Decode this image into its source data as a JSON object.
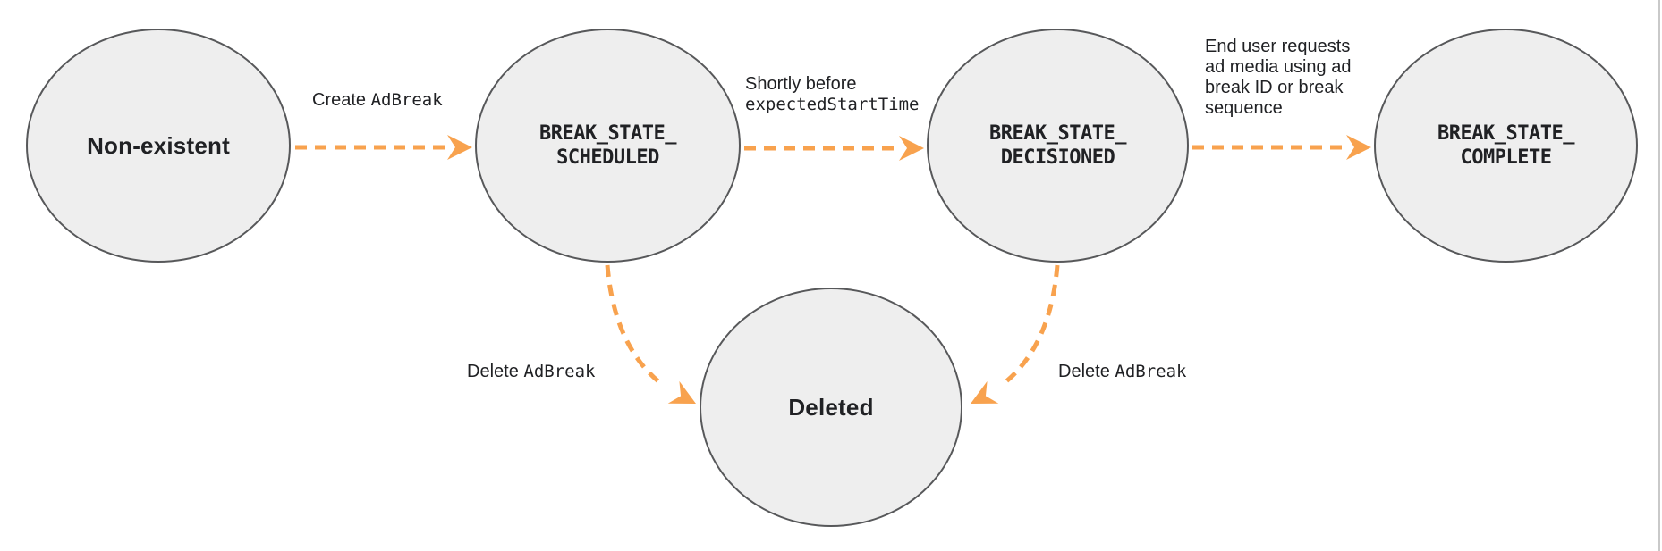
{
  "colors": {
    "accent": "#F8A24E",
    "node_fill": "#EEEEEE",
    "node_border": "#57585A",
    "text": "#202124"
  },
  "nodes": [
    {
      "id": "non-existent",
      "label": "Non-existent"
    },
    {
      "id": "break-state-scheduled",
      "line1": "BREAK_STATE_",
      "line2": "SCHEDULED"
    },
    {
      "id": "break-state-decisioned",
      "line1": "BREAK_STATE_",
      "line2": "DECISIONED"
    },
    {
      "id": "break-state-complete",
      "line1": "BREAK_STATE_",
      "line2": "COMPLETE"
    },
    {
      "id": "deleted",
      "label": "Deleted"
    }
  ],
  "transitions": [
    {
      "from": "non-existent",
      "to": "break-state-scheduled",
      "label_sans": "Create ",
      "label_code": "AdBreak"
    },
    {
      "from": "break-state-scheduled",
      "to": "break-state-decisioned",
      "line1_sans": "Shortly before",
      "line2_code": "expectedStartTime"
    },
    {
      "from": "break-state-decisioned",
      "to": "break-state-complete",
      "lines": [
        "End user requests",
        "ad media using ad",
        "break ID or break",
        "sequence"
      ]
    },
    {
      "from": "break-state-scheduled",
      "to": "deleted",
      "label_sans": "Delete ",
      "label_code": "AdBreak"
    },
    {
      "from": "break-state-decisioned",
      "to": "deleted",
      "label_sans": "Delete ",
      "label_code": "AdBreak"
    }
  ]
}
